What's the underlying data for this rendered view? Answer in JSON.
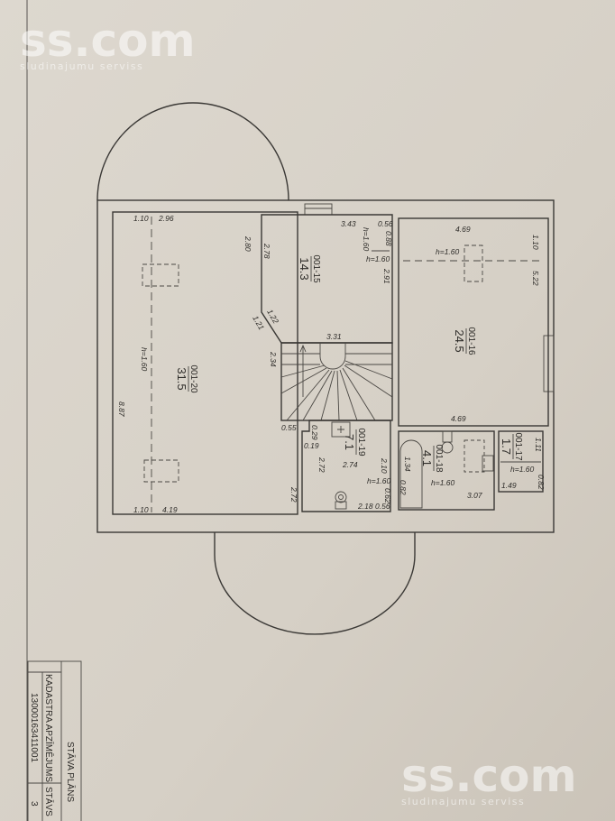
{
  "watermark": {
    "brand": "ss.com",
    "tagline": "sludinajumu serviss"
  },
  "rooms": {
    "r20": {
      "code": "001-20",
      "area": "31.5"
    },
    "r15": {
      "code": "001-15",
      "area": "14.3"
    },
    "r16": {
      "code": "001-16",
      "area": "24.5"
    },
    "r19": {
      "code": "001-19",
      "area": "7.1"
    },
    "r18": {
      "code": "001-18",
      "area": "4.1"
    },
    "r17": {
      "code": "001-17",
      "area": "1.7"
    }
  },
  "dims": {
    "a": "1.10",
    "b": "2.96",
    "c": "3.43",
    "d": "0.56",
    "e": "h=1.60",
    "f": "3.31",
    "g": "4.69",
    "h": "h=1.60",
    "i": "4.69",
    "j": "0.55",
    "k": "0.19",
    "l": "2.74",
    "m": "h=1.60",
    "n": "2.18",
    "o": "0.56",
    "p": "h=1.60",
    "q": "3.07",
    "r": "h=1.60",
    "s": "1.49",
    "t": "1.10",
    "u": "4.19",
    "v": "2.80",
    "w": "2.78",
    "x": "h=1.60",
    "y": "0.88",
    "z": "2.91",
    "aa": "1.10",
    "ab": "5.22",
    "ac": "8.87",
    "ad": "h=1.60",
    "ae": "2.34",
    "af": "2.72",
    "ag": "2.10",
    "ah": "0.62",
    "ai": "0.29",
    "aj": "2.72",
    "ak": "1.34",
    "al": "0.82",
    "am": "1.11",
    "an": "0.82",
    "ao": "1.22",
    "ap": "1.21"
  },
  "title_block": {
    "title": "STĀVA PLĀNS",
    "cadastre_label": "KADASTRA APZĪMĒJUMS",
    "cadastre_value": "13000163411001",
    "floor_label": "STĀVS",
    "floor_value": "3"
  }
}
